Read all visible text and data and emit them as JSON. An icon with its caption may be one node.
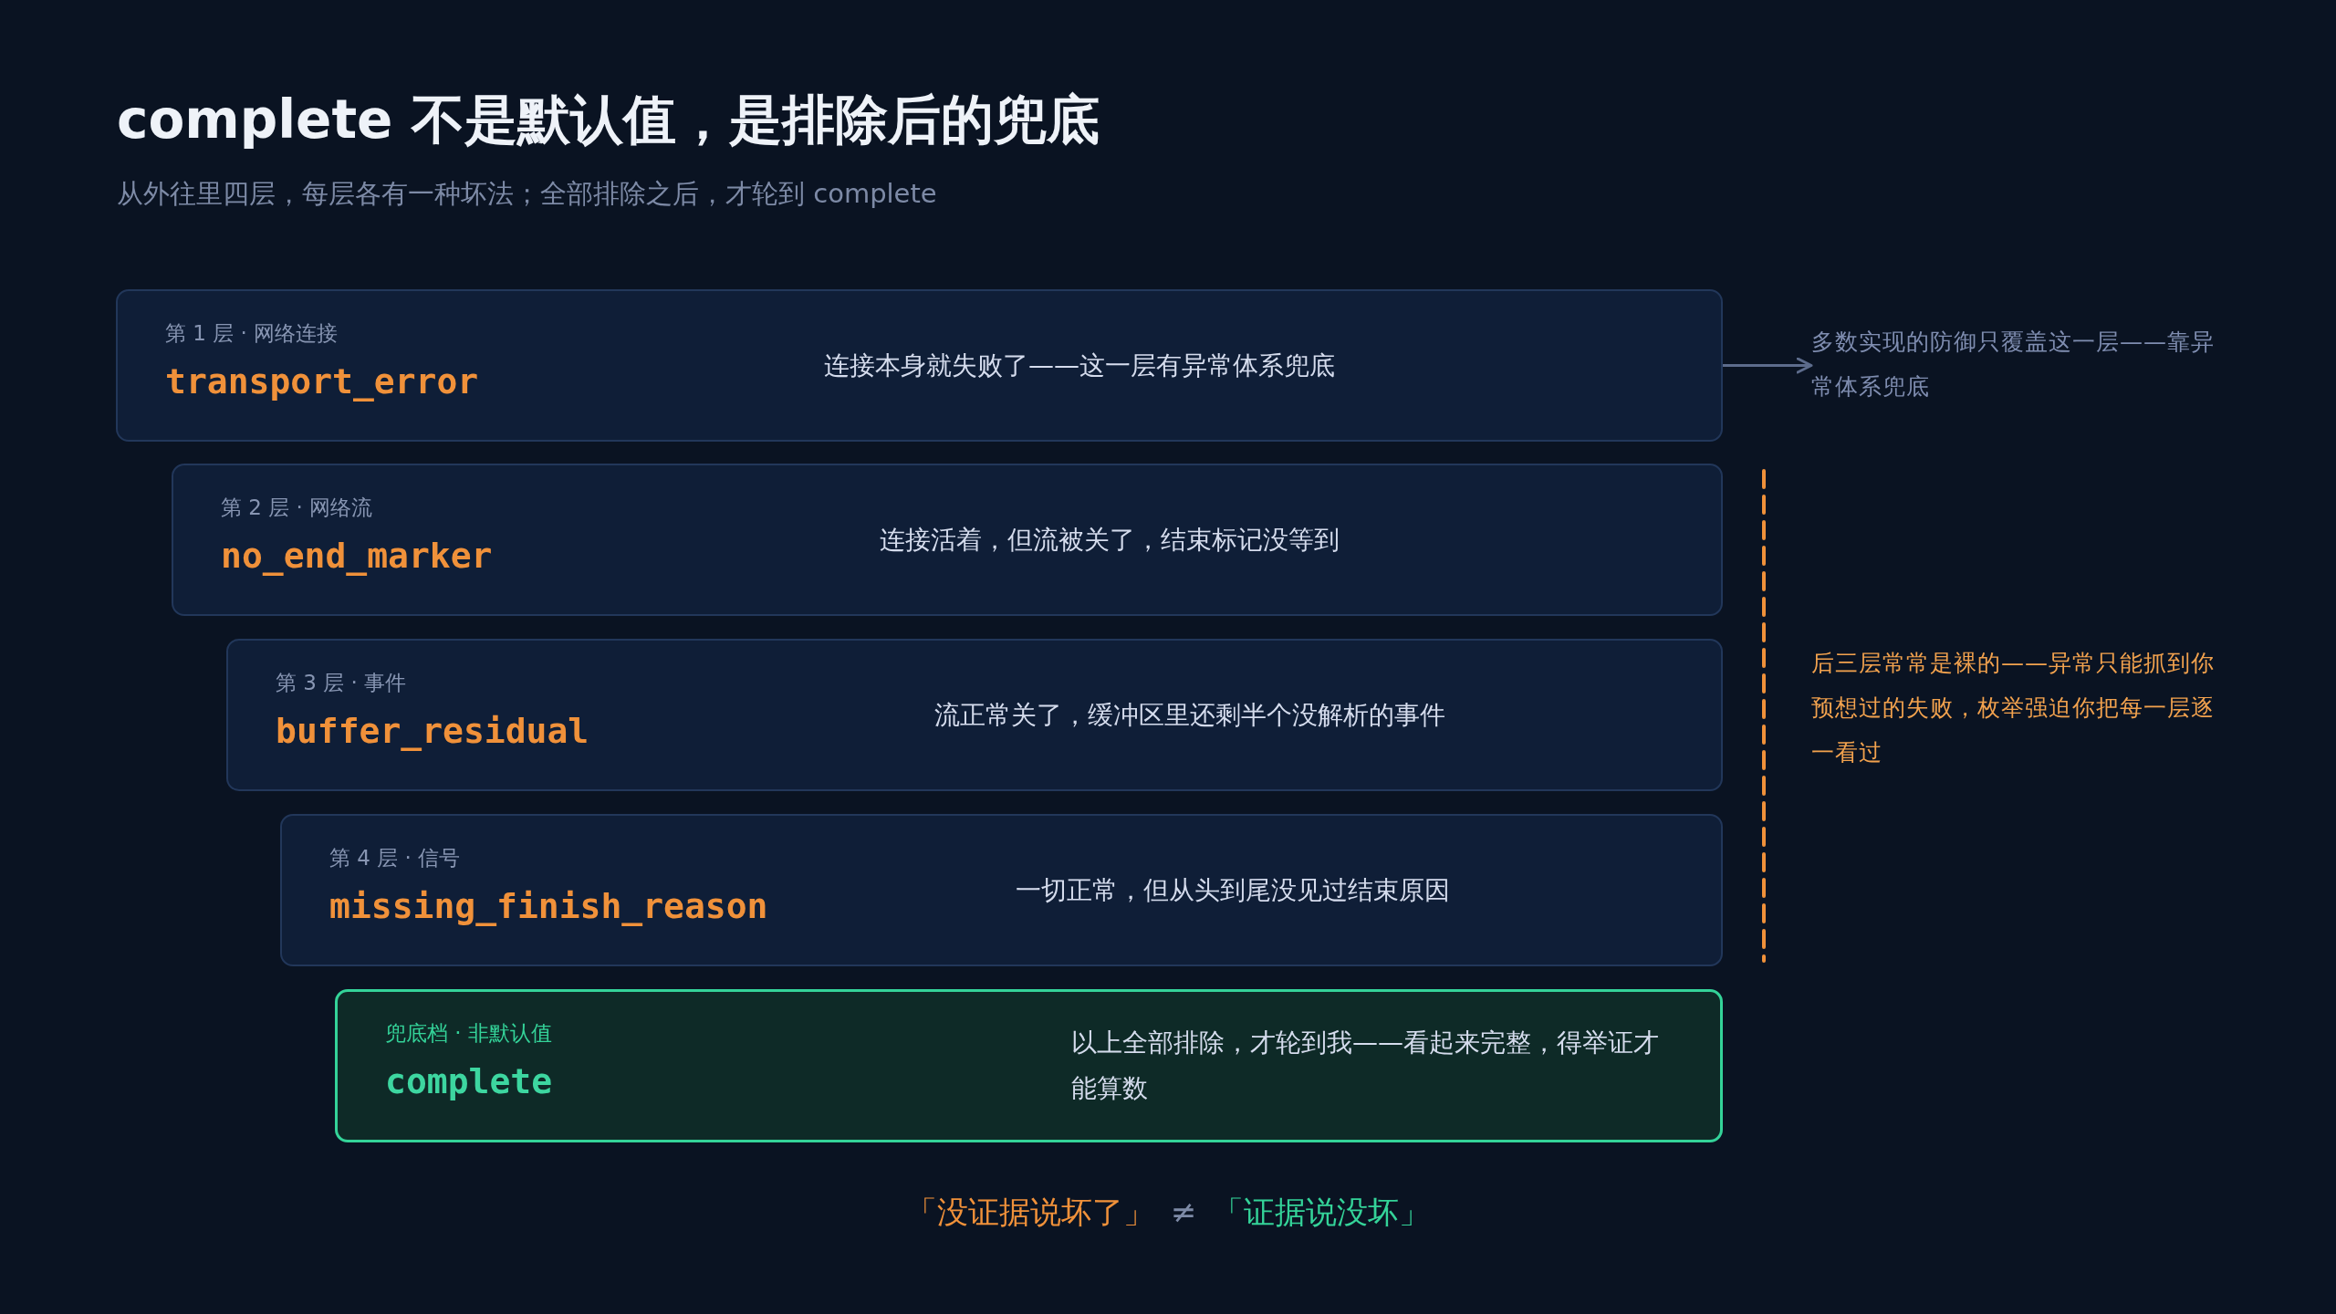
{
  "diagram": {
    "title": "complete 不是默认值，是排除后的兜底",
    "nodes": [
      {
        "text": [
          "第 1 层 · 网络连接",
          "transport_error",
          "连接本身就失败了——这一层有异常体系兜底"
        ]
      },
      {
        "text": [
          "第 2 层 · 网络流",
          "no_end_marker",
          "连接活着，但流被关了，结束标记没等到"
        ]
      },
      {
        "text": [
          "第 3 层 · 事件",
          "buffer_residual",
          "流正常关了，缓冲区里还剩半个没解析的事件"
        ]
      },
      {
        "text": [
          "第 4 层 · 信号",
          "missing_finish_reason",
          "一切正常，但从头到尾没见过结束原因"
        ]
      },
      {
        "text": [
          "兜底档 · 非默认值",
          "complete",
          "以上全部排除，才轮到我——看起来完整，得举证才能算数"
        ]
      },
      {
        "text": [
          "多数实现的防御只覆盖这一层——靠异常体系兜底"
        ]
      }
    ],
    "edges": [
      {
        "from": 0,
        "to": 5,
        "arrow": "to"
      }
    ],
    "labels": [
      "从外往里四层，每层各有一种坏法；全部排除之后，才轮到 complete",
      "后三层常常是裸的——异常只能抓到你预想过的失败，枚举强迫你把每一层逐一看过",
      "「没证据说坏了」",
      "≠",
      "「证据说没坏」"
    ]
  }
}
